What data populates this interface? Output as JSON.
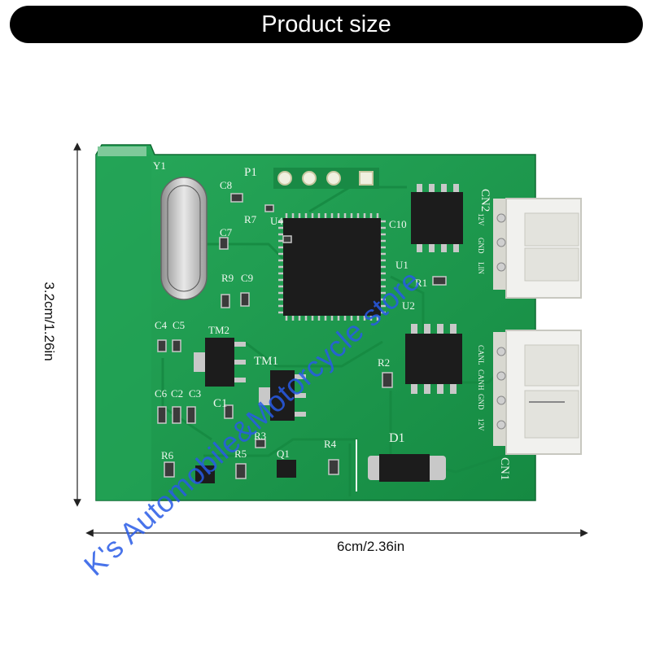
{
  "banner": {
    "title": "Product size"
  },
  "dimensions": {
    "height_label": "3.2cm/1.26in",
    "width_label": "6cm/2.36in"
  },
  "watermark": {
    "text": "K's Automobile&Motorcycle store"
  },
  "board": {
    "silkscreen": {
      "y1": "Y1",
      "p1": "P1",
      "c8": "C8",
      "r7": "R7",
      "u4": "U4",
      "c10": "C10",
      "c7": "C7",
      "r9": "R9",
      "c9": "C9",
      "u1": "U1",
      "r1": "R1",
      "u2": "U2",
      "c4": "C4",
      "c5": "C5",
      "tm2": "TM2",
      "tm1": "TM1",
      "r2": "R2",
      "c6": "C6",
      "c2": "C2",
      "c3": "C3",
      "c1": "C1",
      "r3": "R3",
      "r4": "R4",
      "d1": "D1",
      "r6": "R6",
      "r5": "R5",
      "q1": "Q1",
      "cn2": "CN2",
      "cn1": "CN1",
      "cn2_pins": [
        "12V",
        "GND",
        "LIN"
      ],
      "cn1_pins": [
        "CANL",
        "CANH",
        "GND",
        "12V"
      ]
    }
  },
  "colors": {
    "pcb": "#1f9a4e",
    "pcb_dark": "#178040",
    "connector": "#f1f1ee",
    "banner": "#000000",
    "watermark": "#2f5be0"
  }
}
